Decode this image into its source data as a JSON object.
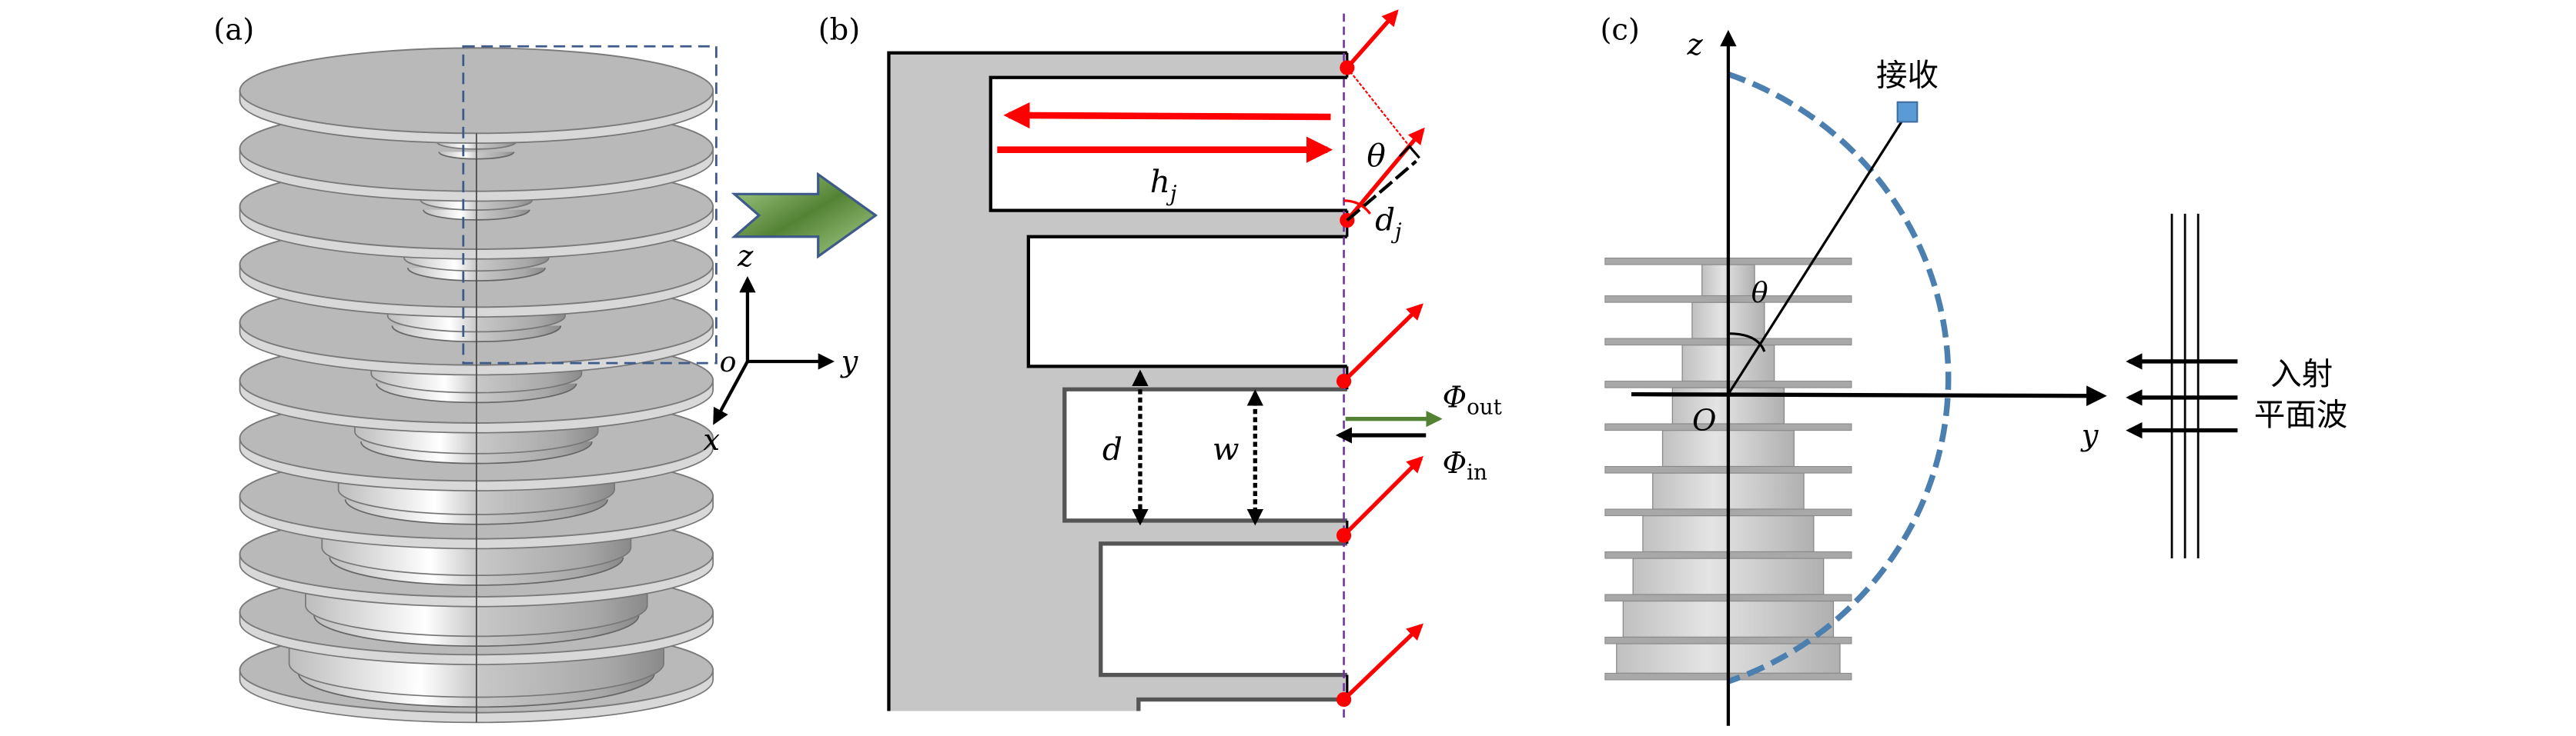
{
  "figure": {
    "panels": {
      "a": {
        "label": "(a)",
        "description": "3D stacked annular disc structure",
        "disc_count": 11,
        "axes": {
          "origin": "o",
          "z": "z",
          "y": "y",
          "x": "x"
        }
      },
      "b": {
        "label": "(b)",
        "symbols": {
          "h": "h",
          "h_sub": "j",
          "theta": "θ",
          "d_j": "d",
          "d_j_sub": "j",
          "d": "d",
          "w": "w",
          "phi_out": "Φ",
          "phi_out_sub": "out",
          "phi_in": "Φ",
          "phi_in_sub": "in"
        }
      },
      "c": {
        "label": "(c)",
        "axes": {
          "z": "z",
          "y": "y",
          "origin": "O"
        },
        "theta": "θ",
        "receiver_label": "接收",
        "incident_label_line1": "入射",
        "incident_label_line2": "平面波"
      }
    },
    "colors": {
      "structure_gray": "#c6c6c6",
      "dashed_box_blue": "#3e5a8a",
      "dashed_circle_blue": "#4a7fb0",
      "receiver_blue": "#5b9bd5",
      "red_arrow": "#ff0000",
      "green_arrow": "#548235",
      "purple_dashed": "#7030a0"
    }
  }
}
